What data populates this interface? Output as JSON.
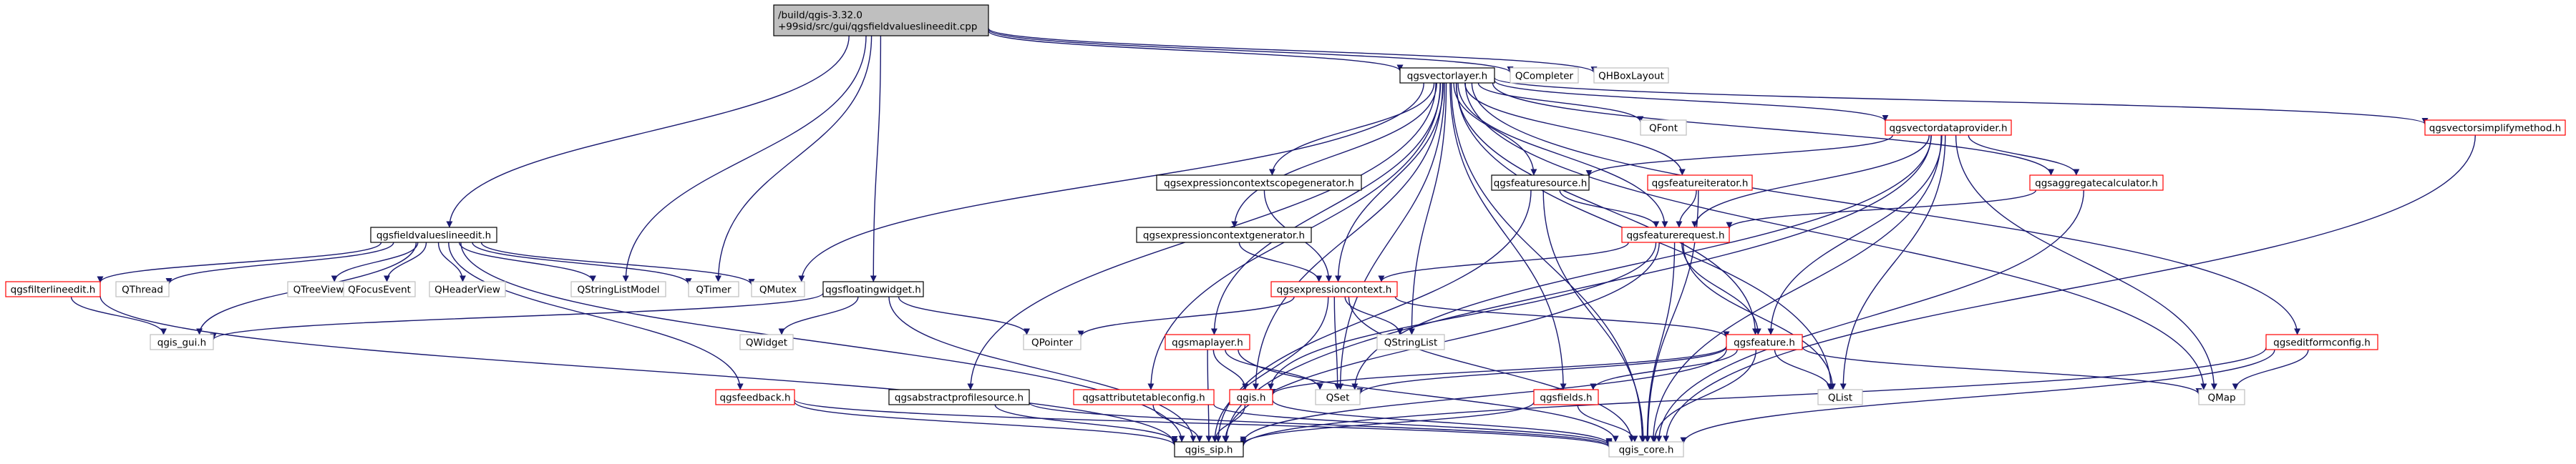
{
  "colors": {
    "edge": "#191970",
    "text": "#000000",
    "border_black": "#000000",
    "border_red": "#ff0000",
    "border_gray": "#bfbfbf",
    "root_fill": "#bfbfbf",
    "node_fill": "#ffffff"
  },
  "nodes": [
    {
      "id": "root",
      "lines": [
        "/build/qgis-3.32.0",
        "+99sid/src/gui/qgsfieldvalueslineedit.cpp"
      ],
      "style": "root"
    },
    {
      "id": "qgsvectorlayer",
      "lines": [
        "qgsvectorlayer.h"
      ],
      "style": "black"
    },
    {
      "id": "qcompleter",
      "lines": [
        "QCompleter"
      ],
      "style": "gray"
    },
    {
      "id": "qhboxlayout",
      "lines": [
        "QHBoxLayout"
      ],
      "style": "gray"
    },
    {
      "id": "qgsfieldvalueslineedit",
      "lines": [
        "qgsfieldvalueslineedit.h"
      ],
      "style": "black"
    },
    {
      "id": "qstringlistmodel",
      "lines": [
        "QStringListModel"
      ],
      "style": "gray"
    },
    {
      "id": "qtimer",
      "lines": [
        "QTimer"
      ],
      "style": "gray"
    },
    {
      "id": "qgsfloatingwidget",
      "lines": [
        "qgsfloatingwidget.h"
      ],
      "style": "black"
    },
    {
      "id": "qmutex",
      "lines": [
        "QMutex"
      ],
      "style": "gray"
    },
    {
      "id": "qfont",
      "lines": [
        "QFont"
      ],
      "style": "gray"
    },
    {
      "id": "qgsvectordataprovider",
      "lines": [
        "qgsvectordataprovider.h"
      ],
      "style": "red"
    },
    {
      "id": "qgsvectorsimplifymethod",
      "lines": [
        "qgsvectorsimplifymethod.h"
      ],
      "style": "red"
    },
    {
      "id": "qgsexpressioncontextscopegenerator",
      "lines": [
        "qgsexpressioncontextscopegenerator.h"
      ],
      "style": "black"
    },
    {
      "id": "qgsfeaturesource",
      "lines": [
        "qgsfeaturesource.h"
      ],
      "style": "black"
    },
    {
      "id": "qgsfeatureiterator",
      "lines": [
        "qgsfeatureiterator.h"
      ],
      "style": "red"
    },
    {
      "id": "qgsaggregatecalculator",
      "lines": [
        "qgsaggregatecalculator.h"
      ],
      "style": "red"
    },
    {
      "id": "qgsexpressioncontextgenerator",
      "lines": [
        "qgsexpressioncontextgenerator.h"
      ],
      "style": "black"
    },
    {
      "id": "qgsfeaturerequest",
      "lines": [
        "qgsfeaturerequest.h"
      ],
      "style": "red"
    },
    {
      "id": "qgsfilterlineedit",
      "lines": [
        "qgsfilterlineedit.h"
      ],
      "style": "red"
    },
    {
      "id": "qthread",
      "lines": [
        "QThread"
      ],
      "style": "gray"
    },
    {
      "id": "qtreeview",
      "lines": [
        "QTreeView"
      ],
      "style": "gray"
    },
    {
      "id": "qfocusevent",
      "lines": [
        "QFocusEvent"
      ],
      "style": "gray"
    },
    {
      "id": "qheaderview",
      "lines": [
        "QHeaderView"
      ],
      "style": "gray"
    },
    {
      "id": "qgsexpressioncontext",
      "lines": [
        "qgsexpressioncontext.h"
      ],
      "style": "red"
    },
    {
      "id": "qgis_gui",
      "lines": [
        "qgis_gui.h"
      ],
      "style": "gray"
    },
    {
      "id": "qwidget",
      "lines": [
        "QWidget"
      ],
      "style": "gray"
    },
    {
      "id": "qpointer",
      "lines": [
        "QPointer"
      ],
      "style": "gray"
    },
    {
      "id": "qstringlist",
      "lines": [
        "QStringList"
      ],
      "style": "gray"
    },
    {
      "id": "qgsmaplayer",
      "lines": [
        "qgsmaplayer.h"
      ],
      "style": "red"
    },
    {
      "id": "qgsfeature",
      "lines": [
        "qgsfeature.h"
      ],
      "style": "red"
    },
    {
      "id": "qgseditformconfig",
      "lines": [
        "qgseditformconfig.h"
      ],
      "style": "red"
    },
    {
      "id": "qgsfeedback",
      "lines": [
        "qgsfeedback.h"
      ],
      "style": "red"
    },
    {
      "id": "qgsabstractprofilesource",
      "lines": [
        "qgsabstractprofilesource.h"
      ],
      "style": "black"
    },
    {
      "id": "qgsattributetableconfig",
      "lines": [
        "qgsattributetableconfig.h"
      ],
      "style": "red"
    },
    {
      "id": "qset",
      "lines": [
        "QSet"
      ],
      "style": "gray"
    },
    {
      "id": "qgis",
      "lines": [
        "qgis.h"
      ],
      "style": "red"
    },
    {
      "id": "qgsfields",
      "lines": [
        "qgsfields.h"
      ],
      "style": "red"
    },
    {
      "id": "qlist",
      "lines": [
        "QList"
      ],
      "style": "gray"
    },
    {
      "id": "qmap",
      "lines": [
        "QMap"
      ],
      "style": "gray"
    },
    {
      "id": "qgis_sip",
      "lines": [
        "qgis_sip.h"
      ],
      "style": "black"
    },
    {
      "id": "qgis_core",
      "lines": [
        "qgis_core.h"
      ],
      "style": "gray"
    }
  ],
  "edges": [
    [
      "root",
      "qgsvectorlayer"
    ],
    [
      "root",
      "qcompleter"
    ],
    [
      "root",
      "qhboxlayout"
    ],
    [
      "root",
      "qgsfieldvalueslineedit"
    ],
    [
      "root",
      "qstringlistmodel"
    ],
    [
      "root",
      "qtimer"
    ],
    [
      "root",
      "qgsfloatingwidget"
    ],
    [
      "qgsvectorlayer",
      "qmutex"
    ],
    [
      "qgsvectorlayer",
      "qfont"
    ],
    [
      "qgsvectorlayer",
      "qgsvectordataprovider"
    ],
    [
      "qgsvectorlayer",
      "qgsvectorsimplifymethod"
    ],
    [
      "qgsvectorlayer",
      "qgsexpressioncontextscopegenerator"
    ],
    [
      "qgsvectorlayer",
      "qgsfeaturesource"
    ],
    [
      "qgsvectorlayer",
      "qgsfeatureiterator"
    ],
    [
      "qgsvectorlayer",
      "qgsaggregatecalculator"
    ],
    [
      "qgsvectorlayer",
      "qgsexpressioncontextgenerator"
    ],
    [
      "qgsvectorlayer",
      "qgsfeaturerequest"
    ],
    [
      "qgsvectorlayer",
      "qgsexpressioncontext"
    ],
    [
      "qgsvectorlayer",
      "qstringlist"
    ],
    [
      "qgsvectorlayer",
      "qgsmaplayer"
    ],
    [
      "qgsvectorlayer",
      "qgsfeature"
    ],
    [
      "qgsvectorlayer",
      "qgseditformconfig"
    ],
    [
      "qgsvectorlayer",
      "qgsabstractprofilesource"
    ],
    [
      "qgsvectorlayer",
      "qgsattributetableconfig"
    ],
    [
      "qgsvectorlayer",
      "qset"
    ],
    [
      "qgsvectorlayer",
      "qgis"
    ],
    [
      "qgsvectorlayer",
      "qgsfields"
    ],
    [
      "qgsvectorlayer",
      "qlist"
    ],
    [
      "qgsvectorlayer",
      "qmap"
    ],
    [
      "qgsvectorlayer",
      "qgis_core"
    ],
    [
      "qgsfieldvalueslineedit",
      "qgsfilterlineedit"
    ],
    [
      "qgsfieldvalueslineedit",
      "qthread"
    ],
    [
      "qgsfieldvalueslineedit",
      "qtreeview"
    ],
    [
      "qgsfieldvalueslineedit",
      "qfocusevent"
    ],
    [
      "qgsfieldvalueslineedit",
      "qheaderview"
    ],
    [
      "qgsfieldvalueslineedit",
      "qstringlistmodel"
    ],
    [
      "qgsfieldvalueslineedit",
      "qtimer"
    ],
    [
      "qgsfieldvalueslineedit",
      "qmutex"
    ],
    [
      "qgsfieldvalueslineedit",
      "qgis_gui"
    ],
    [
      "qgsfieldvalueslineedit",
      "qgsfeedback"
    ],
    [
      "qgsfieldvalueslineedit",
      "qgis_sip"
    ],
    [
      "qgsfilterlineedit",
      "qgis_gui"
    ],
    [
      "qgsfilterlineedit",
      "qgis_sip"
    ],
    [
      "qgsfloatingwidget",
      "qgis_gui"
    ],
    [
      "qgsfloatingwidget",
      "qwidget"
    ],
    [
      "qgsfloatingwidget",
      "qpointer"
    ],
    [
      "qgsfloatingwidget",
      "qgis_sip"
    ],
    [
      "qgsvectordataprovider",
      "qgsfeaturesource"
    ],
    [
      "qgsvectordataprovider",
      "qgsaggregatecalculator"
    ],
    [
      "qgsvectordataprovider",
      "qgsfeaturerequest"
    ],
    [
      "qgsvectordataprovider",
      "qgsfeature"
    ],
    [
      "qgsvectordataprovider",
      "qlist"
    ],
    [
      "qgsvectordataprovider",
      "qmap"
    ],
    [
      "qgsvectordataprovider",
      "qset"
    ],
    [
      "qgsvectordataprovider",
      "qgis_sip"
    ],
    [
      "qgsvectordataprovider",
      "qgis_core"
    ],
    [
      "qgsvectorsimplifymethod",
      "qgis_core"
    ],
    [
      "qgsexpressioncontextscopegenerator",
      "qgsexpressioncontext"
    ],
    [
      "qgsexpressioncontextgenerator",
      "qgsexpressioncontext"
    ],
    [
      "qgsfeaturesource",
      "qgsfeaturerequest"
    ],
    [
      "qgsfeaturesource",
      "qgis_core"
    ],
    [
      "qgsfeaturesource",
      "qgis_sip"
    ],
    [
      "qgsfeatureiterator",
      "qgsfeaturerequest"
    ],
    [
      "qgsfeatureiterator",
      "qgis_core"
    ],
    [
      "qgsaggregatecalculator",
      "qgsfeaturerequest"
    ],
    [
      "qgsaggregatecalculator",
      "qgis_core"
    ],
    [
      "qgsfeaturerequest",
      "qgsexpressioncontext"
    ],
    [
      "qgsfeaturerequest",
      "qgsfeature"
    ],
    [
      "qgsfeaturerequest",
      "qlist"
    ],
    [
      "qgsfeaturerequest",
      "qgis_core"
    ],
    [
      "qgsfeaturerequest",
      "qgis_sip"
    ],
    [
      "qgsfeaturerequest",
      "qgis"
    ],
    [
      "qgsexpressioncontext",
      "qpointer"
    ],
    [
      "qgsexpressioncontext",
      "qstringlist"
    ],
    [
      "qgsexpressioncontext",
      "qgsfeature"
    ],
    [
      "qgsexpressioncontext",
      "qset"
    ],
    [
      "qgsexpressioncontext",
      "qgis_core"
    ],
    [
      "qgsexpressioncontext",
      "qgis_sip"
    ],
    [
      "qgsmaplayer",
      "qset"
    ],
    [
      "qgsmaplayer",
      "qgis"
    ],
    [
      "qgsmaplayer",
      "qgis_core"
    ],
    [
      "qgsmaplayer",
      "qgis_sip"
    ],
    [
      "qgsfeature",
      "qgsfields"
    ],
    [
      "qgsfeature",
      "qlist"
    ],
    [
      "qgsfeature",
      "qmap"
    ],
    [
      "qgsfeature",
      "qset"
    ],
    [
      "qgsfeature",
      "qgis_core"
    ],
    [
      "qgsfeature",
      "qgis_sip"
    ],
    [
      "qgsfeature",
      "qgis"
    ],
    [
      "qgseditformconfig",
      "qmap"
    ],
    [
      "qgseditformconfig",
      "qgis_core"
    ],
    [
      "qgseditformconfig",
      "qgis_sip"
    ],
    [
      "qgsfeedback",
      "qgis_core"
    ],
    [
      "qgsfeedback",
      "qgis_sip"
    ],
    [
      "qgsabstractprofilesource",
      "qgis_core"
    ],
    [
      "qgsabstractprofilesource",
      "qgis_sip"
    ],
    [
      "qgsattributetableconfig",
      "qgis_core"
    ],
    [
      "qgsattributetableconfig",
      "qgis_sip"
    ],
    [
      "qgis",
      "qgis_sip"
    ],
    [
      "qgis",
      "qgis_core"
    ],
    [
      "qgsfields",
      "qgis_core"
    ],
    [
      "qgsfields",
      "qgis_sip"
    ]
  ]
}
